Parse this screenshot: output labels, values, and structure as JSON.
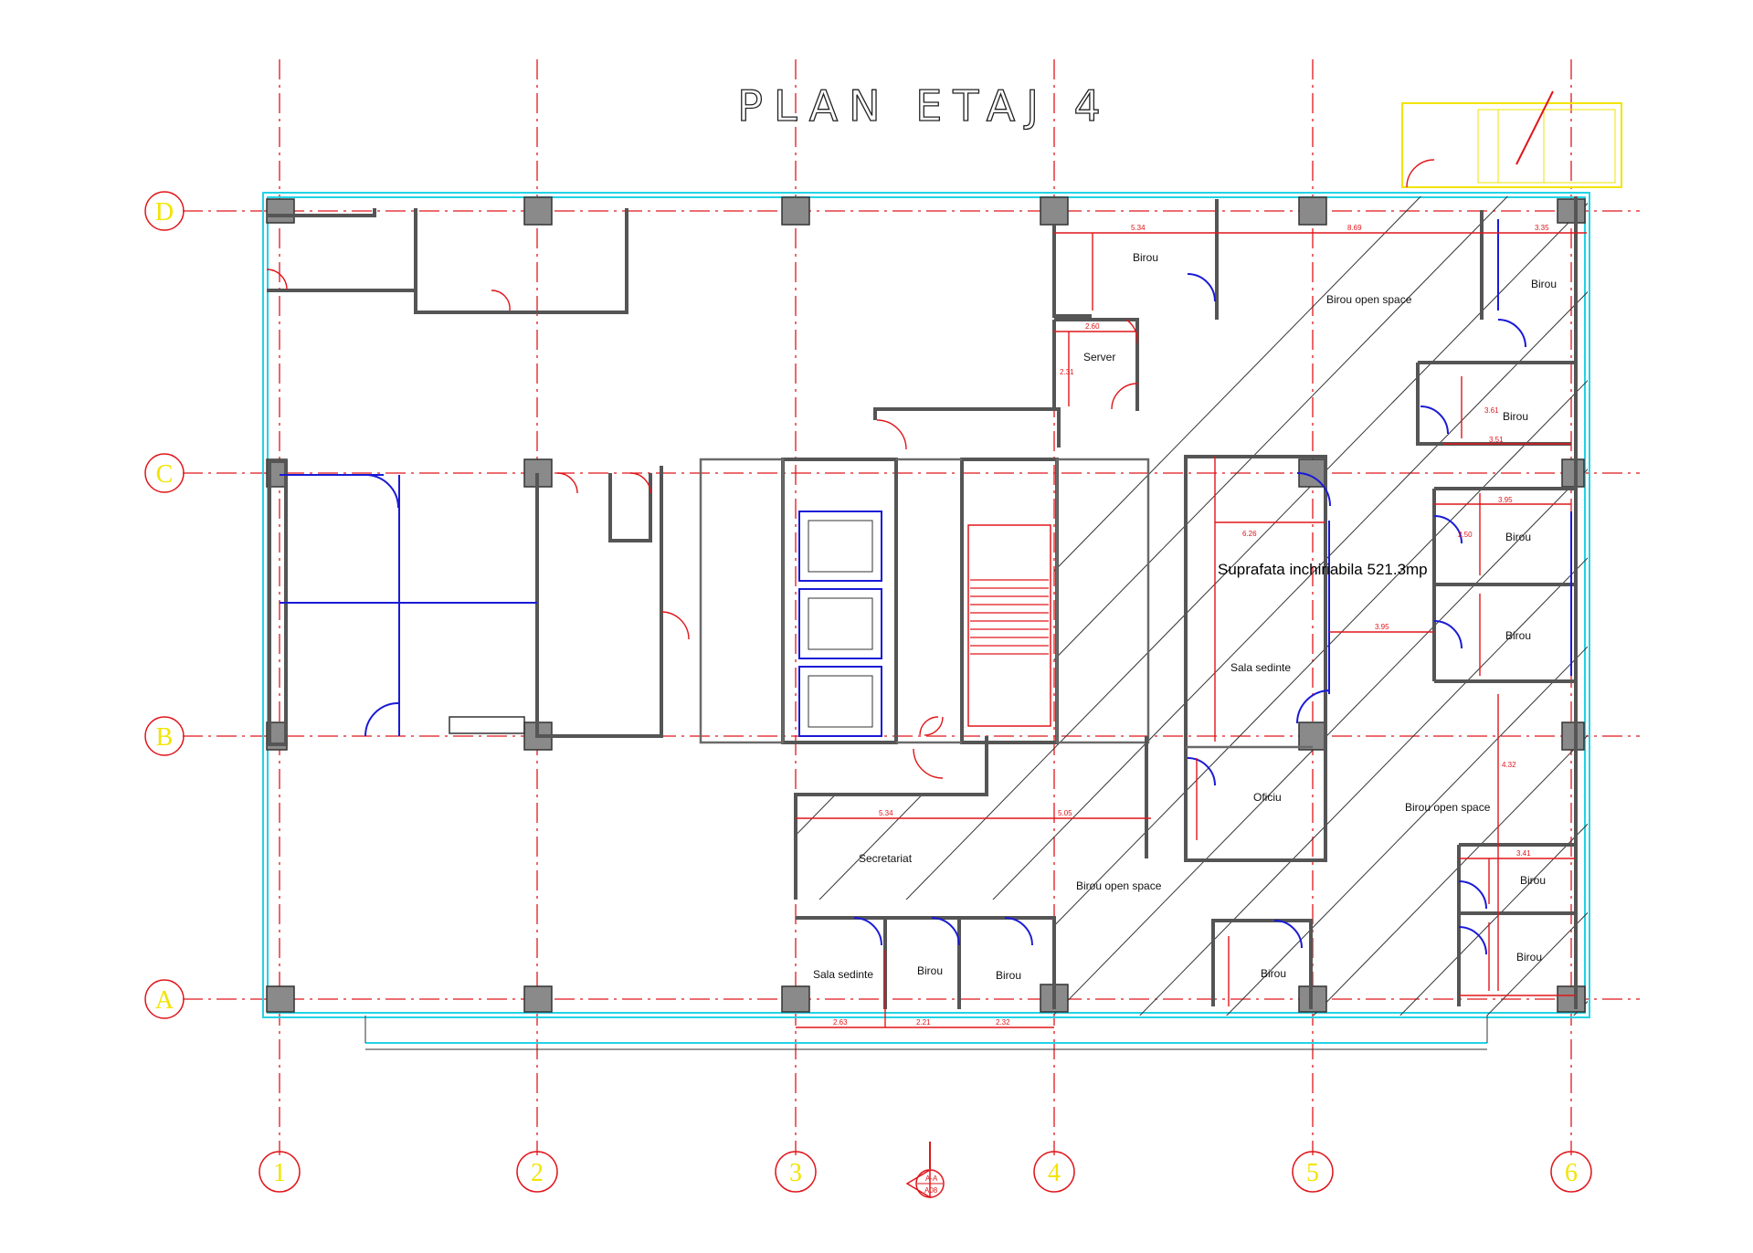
{
  "title": "PLAN ETAJ 4",
  "rentable_area_label": "Suprafata inchiriabila 521.3mp",
  "grid_axes": {
    "rows": [
      "D",
      "C",
      "B",
      "A"
    ],
    "columns": [
      "1",
      "2",
      "3",
      "4",
      "5",
      "6"
    ]
  },
  "rooms": {
    "birou_top": "Birou",
    "birou_open_space_top": "Birou open space",
    "birou_top_right": "Birou",
    "server": "Server",
    "birou_right_1": "Birou",
    "birou_right_2": "Birou",
    "birou_right_3": "Birou",
    "sala_sedinte_right": "Sala sedinte",
    "oficiu": "Oficiu",
    "birou_open_space_right": "Birou open space",
    "birou_right_4": "Birou",
    "birou_right_5": "Birou",
    "secretariat": "Secretariat",
    "birou_open_space_bottom": "Birou open space",
    "sala_sedinte_bottom": "Sala sedinte",
    "birou_bottom_1": "Birou",
    "birou_bottom_2": "Birou",
    "birou_bottom_3": "Birou"
  },
  "dimensions": {
    "d1": "5.34",
    "d2": "8.69",
    "d3": "3.35",
    "d4": "3.61",
    "d5": "2.60",
    "d6": "2.31",
    "d7": "6.26",
    "d8": "3.95",
    "d9": "3.51",
    "d10": "3.95",
    "d11": "2.50",
    "d12": "5.34",
    "d13": "5.05",
    "d14": "3.41",
    "d15": "2.63",
    "d16": "2.21",
    "d17": "2.32",
    "d18": "4.32"
  },
  "section_marker": {
    "top": "A-A",
    "bottom": "A08"
  },
  "colors": {
    "grid_lines": "#e0161b",
    "walls": "#555555",
    "facade": "#22d3e6",
    "fixtures": "#1a1ad6",
    "axis_labels": "#f2e400",
    "stair_box": "#f2e400"
  }
}
